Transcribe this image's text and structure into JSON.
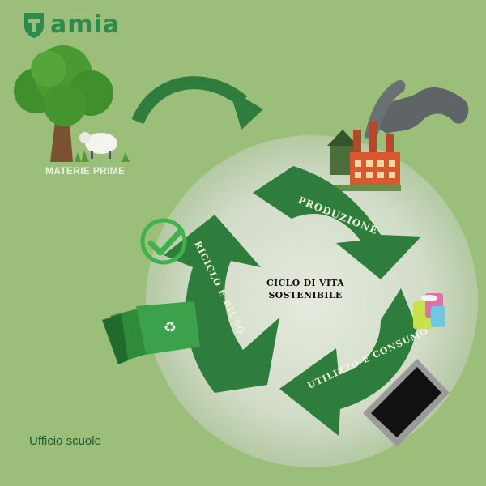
{
  "brand": {
    "name": "amia"
  },
  "source_label": "MATERIE PRIME",
  "cycle": {
    "title_line1": "CICLO DI VITA",
    "title_line2": "SOSTENIBILE",
    "stages": [
      "PRODUZIONE",
      "UTILIZZO E CONSUMO",
      "RICICLO E RIUSO"
    ]
  },
  "footer_label": "Ufficio scuole",
  "colors": {
    "background": "#9bbf7a",
    "arrow": "#2e7d3d",
    "circle": "#cfd9c4",
    "brand": "#2f8a4c"
  },
  "icons": [
    "tree-icon",
    "sheep-icon",
    "factory-icon",
    "phone-icon",
    "tv-icon",
    "recycle-bin-icon",
    "checkmark-icon",
    "curved-arrow-icon"
  ]
}
